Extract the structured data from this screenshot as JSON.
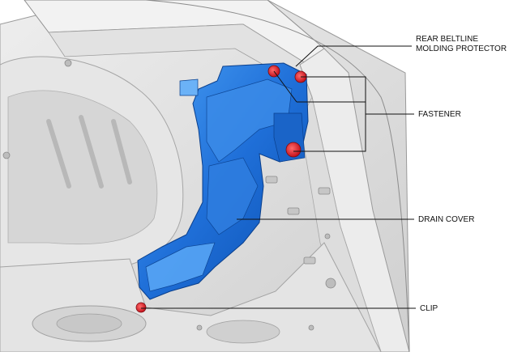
{
  "labels": {
    "rear_beltline_line1": "REAR BELTLINE",
    "rear_beltline_line2": "MOLDING PROTECTOR",
    "fastener": "FASTENER",
    "drain_cover": "DRAIN COVER",
    "clip": "CLIP"
  },
  "colors": {
    "part_blue": "#1f6fd8",
    "fastener_red": "#e0202a",
    "body_grey": "#dcdcdc",
    "leader_line": "#111111"
  }
}
